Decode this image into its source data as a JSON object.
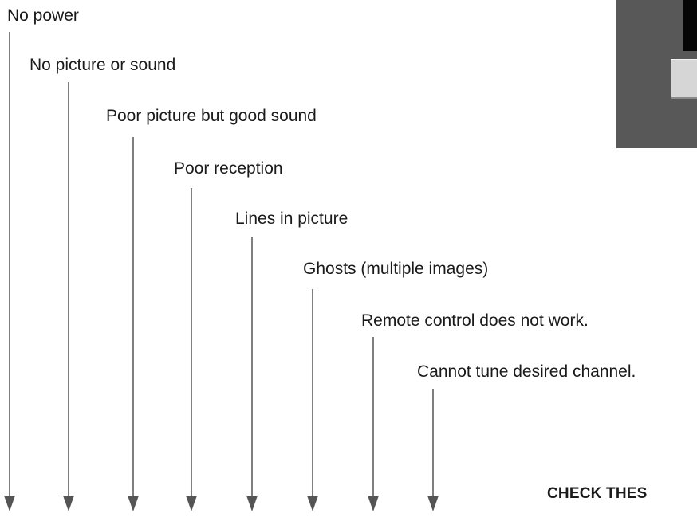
{
  "symptoms": [
    {
      "label": "No power"
    },
    {
      "label": "No picture or sound"
    },
    {
      "label": "Poor picture but good sound"
    },
    {
      "label": "Poor reception"
    },
    {
      "label": "Lines in picture"
    },
    {
      "label": "Ghosts (multiple images)"
    },
    {
      "label": "Remote control does not work."
    },
    {
      "label": "Cannot tune desired channel."
    }
  ],
  "footer": {
    "label": "CHECK THES"
  },
  "colors": {
    "arrow": "#555555",
    "text": "#1a1a1a",
    "panel": "#585858",
    "panel_button": "#d6d6d6"
  }
}
